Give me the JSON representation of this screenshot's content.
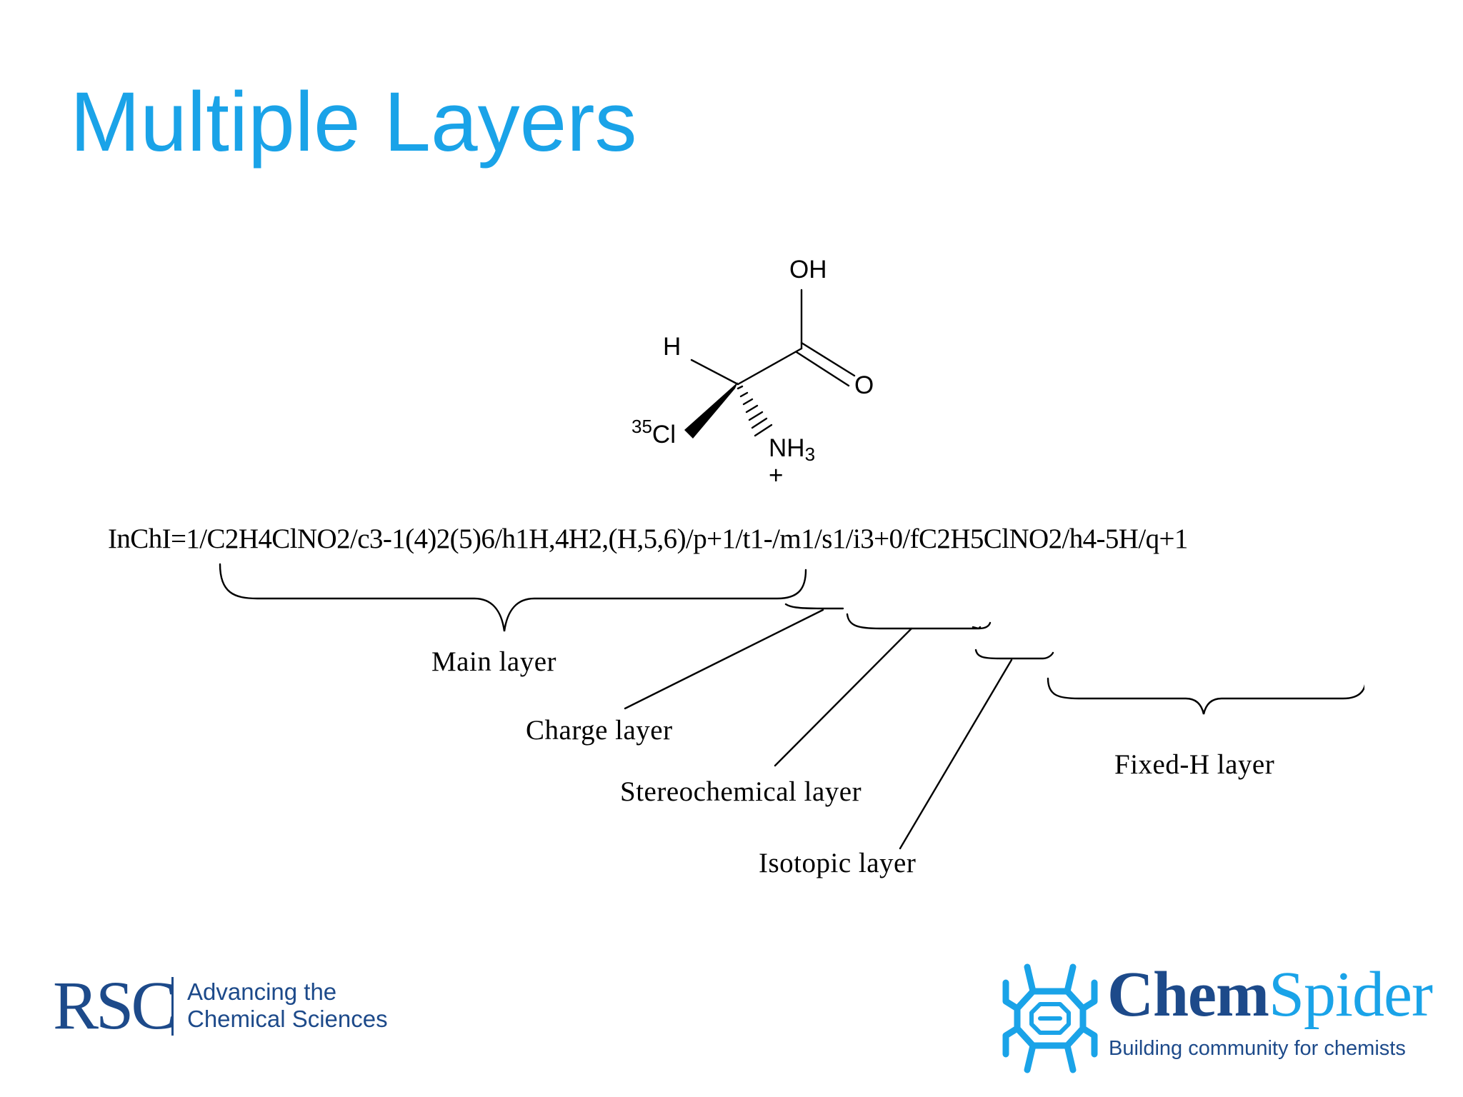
{
  "slide": {
    "title": "Multiple Layers",
    "accent_color": "#1aa3e8",
    "brand_dark_color": "#1d4a8a"
  },
  "molecule": {
    "labels": {
      "oh": "OH",
      "h": "H",
      "o": "O",
      "cl_isotope": "35",
      "cl": "Cl",
      "n": "NH",
      "n_sub": "3",
      "charge": "+"
    }
  },
  "inchi": {
    "string": "InChI=1/C2H4ClNO2/c3-1(4)2(5)6/h1H,4H2,(H,5,6)/p+1/t1-/m1/s1/i3+0/fC2H5ClNO2/h4-5H/q+1"
  },
  "layers": {
    "main": "Main layer",
    "charge": "Charge layer",
    "stereo": "Stereochemical layer",
    "isotopic": "Isotopic layer",
    "fixed_h": "Fixed-H layer"
  },
  "logos": {
    "rsc": {
      "mark": "RSC",
      "tagline_1": "Advancing the",
      "tagline_2": "Chemical Sciences"
    },
    "chemspider": {
      "name_part_1": "Chem",
      "name_part_2": "Spider",
      "tagline": "Building community for chemists",
      "icon": "spider-icon"
    }
  }
}
